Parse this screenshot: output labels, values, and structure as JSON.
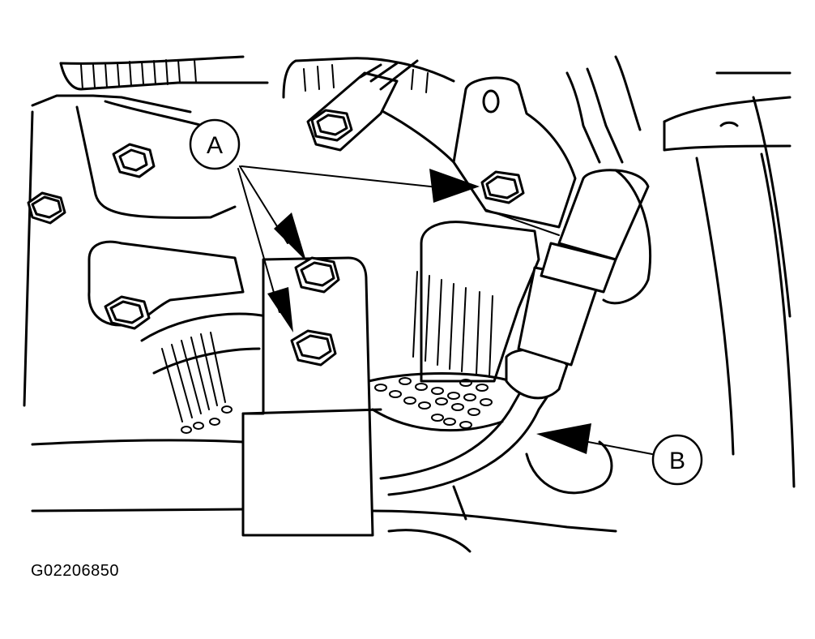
{
  "figure": {
    "callouts": [
      {
        "id": "A",
        "label": "A"
      },
      {
        "id": "B",
        "label": "B"
      }
    ],
    "figure_id": "G02206850"
  }
}
